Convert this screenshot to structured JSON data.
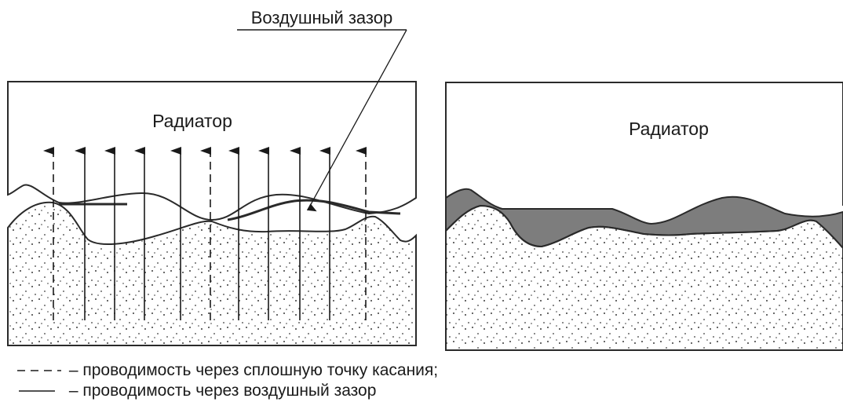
{
  "callout": {
    "label": "Воздушный зазор"
  },
  "panels": {
    "left": {
      "label": "Радиатор"
    },
    "right": {
      "label": "Радиатор"
    }
  },
  "legend": {
    "items": [
      {
        "symbol": "dashed-line",
        "text": "– проводимость через сплошную точку касания;"
      },
      {
        "symbol": "solid-line",
        "text": "– проводимость через воздушный зазор"
      }
    ]
  },
  "colors": {
    "outline": "#2a2a2a",
    "air_gap_fill": "#7d7d7d",
    "stipple": "#3a3a3a",
    "background": "#ffffff"
  }
}
